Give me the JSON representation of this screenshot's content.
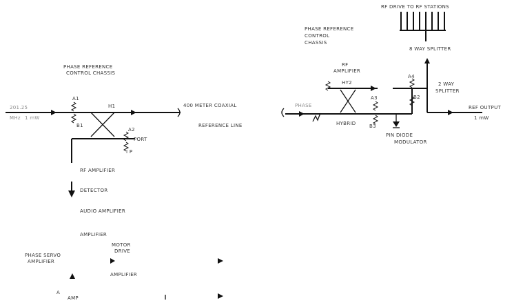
{
  "header": {
    "rf_drive": "RF DRIVE TO RF STATIONS",
    "phase_ref_left": [
      "PHASE REFERENCE",
      "CONTROL CHASSIS"
    ],
    "phase_ref_right": [
      "PHASE REFERENCE",
      "CONTROL",
      "CHASSIS"
    ]
  },
  "left": {
    "input_label": [
      "201.25",
      "MHz",
      "1 mW"
    ],
    "a1": "A1",
    "b1": "B1",
    "h1": "H1",
    "a2": "A2",
    "port": "PORT",
    "chain": [
      "RF AMPLIFIER",
      "DETECTOR",
      "AUDIO AMPLIFIER",
      "AMPLIFIER",
      "AMPLIFIER"
    ],
    "servo_label": [
      "PHASE SERVO",
      "AMPLIFIER"
    ],
    "motor_label": [
      "MOTOR",
      "DRIVE"
    ],
    "bottom_label": "A",
    "bottom_sub": "AMP"
  },
  "center": {
    "coax": "400 METER COAXIAL",
    "line": "REFERENCE LINE"
  },
  "right": {
    "phase_label": "PHASE",
    "h2": "HY2",
    "hybrid": "HYBRID",
    "rf_amp": [
      "RF",
      "AMPLIFIER"
    ],
    "a3": "A3",
    "a4": "A4",
    "b2": "B2",
    "b3": "B3",
    "eight_way": "8 WAY SPLITTER",
    "two_way": [
      "2 WAY",
      "SPLITTER"
    ],
    "modulator": [
      "PIN DIODE",
      "MODULATOR"
    ],
    "output": [
      "REF OUTPUT",
      "1 mW"
    ]
  }
}
